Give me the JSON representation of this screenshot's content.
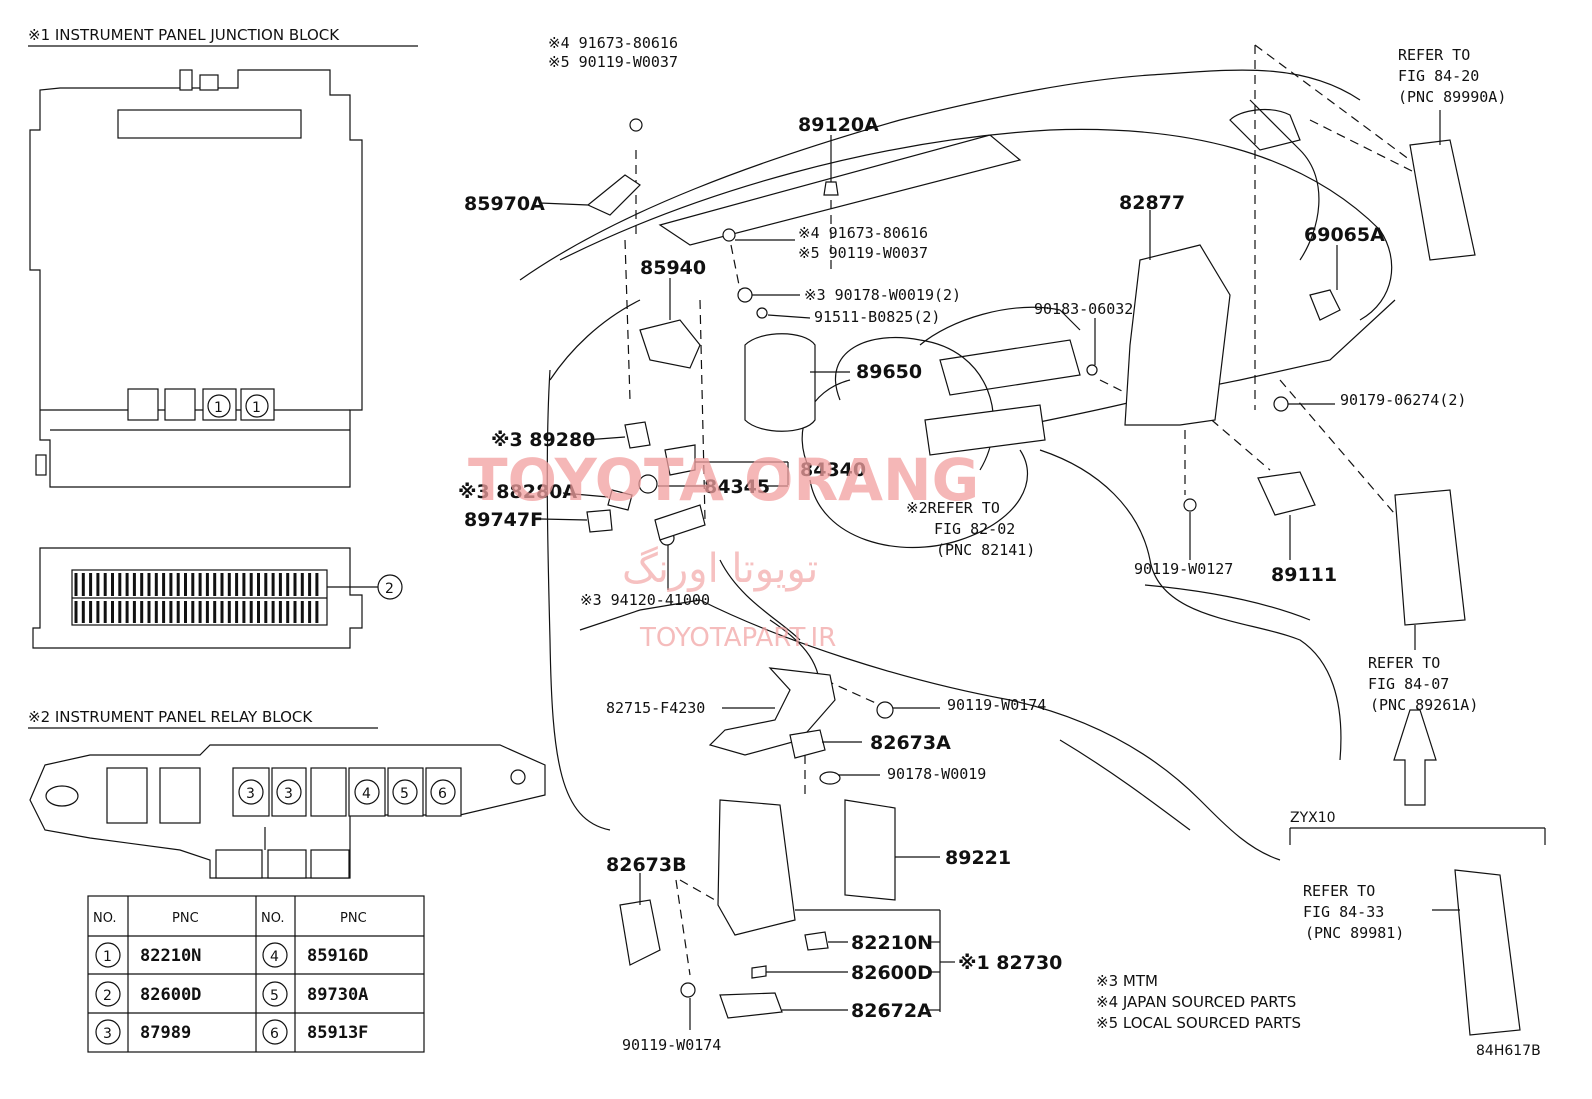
{
  "sections": {
    "junction_block_title": "※1 INSTRUMENT PANEL JUNCTION BLOCK",
    "relay_block_title": "※2 INSTRUMENT PANEL RELAY BLOCK"
  },
  "table": {
    "headers": [
      "NO.",
      "PNC",
      "NO.",
      "PNC"
    ],
    "rows": [
      {
        "no_a": "1",
        "pnc_a": "82210N",
        "no_b": "4",
        "pnc_b": "85916D"
      },
      {
        "no_a": "2",
        "pnc_a": "82600D",
        "no_b": "5",
        "pnc_b": "89730A"
      },
      {
        "no_a": "3",
        "pnc_a": "87989",
        "no_b": "6",
        "pnc_b": "85913F"
      }
    ]
  },
  "circles": {
    "c1": "1",
    "c2": "2",
    "c3": "3",
    "c4": "4",
    "c5": "5",
    "c6": "6"
  },
  "labels": {
    "p4_a": "※4 91673-80616",
    "p5_a": "※5 90119-W0037",
    "p85970a": "85970A",
    "p89120a": "89120A",
    "p4_b": "※4 91673-80616",
    "p5_b": "※5 90119-W0037",
    "p85940": "85940",
    "p90178_2": "※3 90178-W0019(2)",
    "p91511": "91511-B0825(2)",
    "p82877": "82877",
    "p69065a": "69065A",
    "p90183": "90183-06032",
    "p89650": "89650",
    "p90179": "90179-06274(2)",
    "p89280": "※3 89280",
    "p84340": "84340",
    "p88280a": "※3 88280A",
    "p84345": "84345",
    "p89747f": "89747F",
    "ref2_1": "※2REFER TO",
    "ref2_2": "FIG 82-02",
    "ref2_3": "(PNC 82141)",
    "p90119_w0127": "90119-W0127",
    "p89111": "89111",
    "p94120": "※3 94120-41000",
    "p82715": "82715-F4230",
    "p90119_w0174a": "90119-W0174",
    "p82673a": "82673A",
    "p90178": "90178-W0019",
    "p89221": "89221",
    "p82673b": "82673B",
    "p82210n": "82210N",
    "p82600d": "82600D",
    "p82672a": "82672A",
    "p82730": "※1 82730",
    "p90119_w0174b": "90119-W0174",
    "ref_a1": "REFER TO",
    "ref_a2": "FIG 84-20",
    "ref_a3": "(PNC 89990A)",
    "ref_b1": "REFER TO",
    "ref_b2": "FIG 84-07",
    "ref_b3": "(PNC 89261A)",
    "zyx10": "ZYX10",
    "ref_c1": "REFER TO",
    "ref_c2": "FIG 84-33",
    "ref_c3": "(PNC 89981)"
  },
  "notes": [
    "※3 MTM",
    "※4 JAPAN SOURCED PARTS",
    "※5 LOCAL SOURCED PARTS"
  ],
  "diagram_code": "84H617B",
  "watermark": {
    "brand": "TOYOTA ORANG",
    "farsi": "تویوتا اورنگ",
    "site": "TOYOTAPART.IR"
  }
}
